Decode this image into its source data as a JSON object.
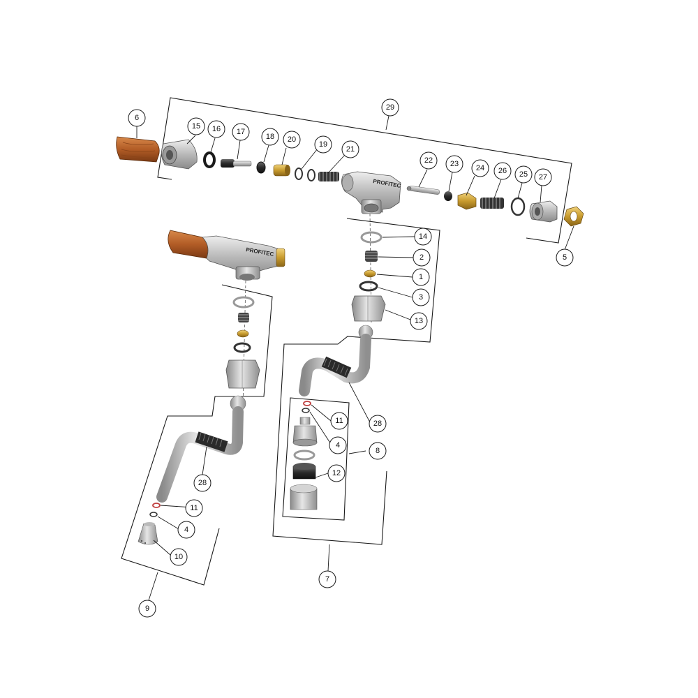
{
  "brand_label": "PROFITEC",
  "callouts": {
    "c1": "1",
    "c2": "2",
    "c3": "3",
    "c4a": "4",
    "c4b": "4",
    "c5": "5",
    "c6": "6",
    "c7": "7",
    "c8": "8",
    "c9": "9",
    "c10": "10",
    "c11a": "11",
    "c11b": "11",
    "c12": "12",
    "c13": "13",
    "c14": "14",
    "c15": "15",
    "c16": "16",
    "c17": "17",
    "c18": "18",
    "c19": "19",
    "c20": "20",
    "c21": "21",
    "c22": "22",
    "c23": "23",
    "c24": "24",
    "c25": "25",
    "c26": "26",
    "c27": "27",
    "c28a": "28",
    "c28b": "28",
    "c29": "29"
  },
  "colors": {
    "wood": "#b8642e",
    "steel": "#c8c8c8",
    "brass": "#c9a23a",
    "rubber": "#2a2a2a",
    "line": "#1a1a1a"
  }
}
